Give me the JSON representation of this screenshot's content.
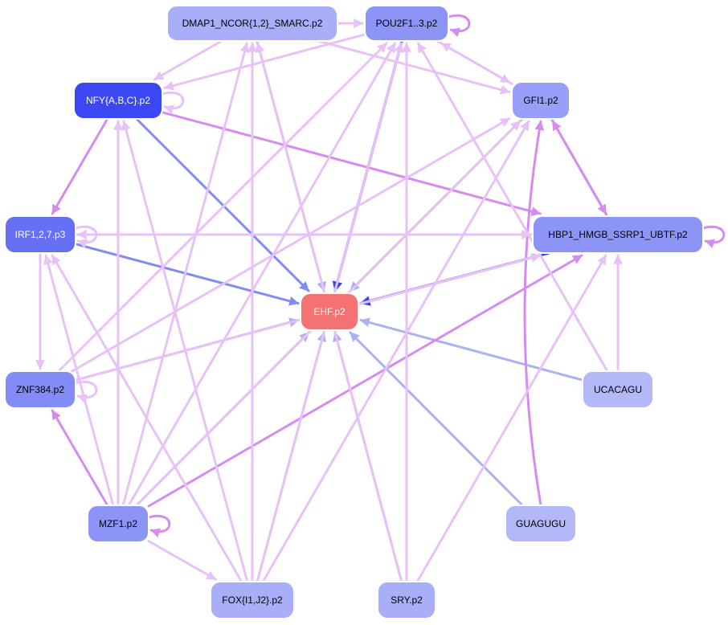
{
  "colors": {
    "blue_strong": "#3344ee",
    "blue_mid": "#7f8cf0",
    "blue_light": "#aab2f5",
    "violet": "#d58cf0",
    "violet_light": "#e8c2f7",
    "salmon": "#f3a0a0",
    "target": "#f47272"
  },
  "nodes": [
    {
      "id": "dmap1",
      "label": "DMAP1_NCOR{1,2}_SMARC.p2",
      "fill": "#a8aef8",
      "text": "#000000"
    },
    {
      "id": "pou2f1",
      "label": "POU2F1..3.p2",
      "fill": "#8c94f6",
      "text": "#000000"
    },
    {
      "id": "nfy",
      "label": "NFY{A,B,C}.p2",
      "fill": "#3a47f2",
      "text": "#ffffff"
    },
    {
      "id": "gfi1",
      "label": "GFI1.p2",
      "fill": "#979ff8",
      "text": "#000000"
    },
    {
      "id": "irf",
      "label": "IRF1,2,7.p3",
      "fill": "#6670f4",
      "text": "#ffffff"
    },
    {
      "id": "hbp1",
      "label": "HBP1_HMGB_SSRP1_UBTF.p2",
      "fill": "#8c94f6",
      "text": "#000000"
    },
    {
      "id": "ehf",
      "label": "EHF.p2",
      "fill": "#f47272",
      "text": "#ffffff"
    },
    {
      "id": "znf384",
      "label": "ZNF384.p2",
      "fill": "#838cf6",
      "text": "#000000"
    },
    {
      "id": "ucacagu",
      "label": "UCACAGU",
      "fill": "#b3b8f9",
      "text": "#000000"
    },
    {
      "id": "mzf1",
      "label": "MZF1.p2",
      "fill": "#8c94f6",
      "text": "#000000"
    },
    {
      "id": "guagugu",
      "label": "GUAGUGU",
      "fill": "#b3b8f9",
      "text": "#000000"
    },
    {
      "id": "fox",
      "label": "FOX{I1,J2}.p2",
      "fill": "#a8aef8",
      "text": "#000000"
    },
    {
      "id": "sry",
      "label": "SRY.p2",
      "fill": "#a8aef8",
      "text": "#000000"
    }
  ],
  "edges": [
    {
      "from": "nfy",
      "to": "ehf",
      "color": "blue_mid"
    },
    {
      "from": "irf",
      "to": "ehf",
      "color": "blue_mid"
    },
    {
      "from": "pou2f1",
      "to": "ehf",
      "color": "blue_strong"
    },
    {
      "from": "hbp1",
      "to": "ehf",
      "color": "blue_strong"
    },
    {
      "from": "gfi1",
      "to": "ehf",
      "color": "blue_light"
    },
    {
      "from": "dmap1",
      "to": "ehf",
      "color": "blue_light"
    },
    {
      "from": "znf384",
      "to": "ehf",
      "color": "blue_light"
    },
    {
      "from": "ucacagu",
      "to": "ehf",
      "color": "blue_light"
    },
    {
      "from": "mzf1",
      "to": "ehf",
      "color": "blue_light"
    },
    {
      "from": "guagugu",
      "to": "ehf",
      "color": "blue_light"
    },
    {
      "from": "fox",
      "to": "ehf",
      "color": "blue_light"
    },
    {
      "from": "sry",
      "to": "ehf",
      "color": "blue_light"
    },
    {
      "from": "ehf",
      "to": "dmap1",
      "color": "salmon"
    },
    {
      "from": "ehf",
      "to": "pou2f1",
      "color": "salmon"
    },
    {
      "from": "ehf",
      "to": "gfi1",
      "color": "salmon"
    },
    {
      "from": "ehf",
      "to": "hbp1",
      "color": "salmon"
    },
    {
      "from": "nfy",
      "to": "irf",
      "color": "violet"
    },
    {
      "from": "nfy",
      "to": "hbp1",
      "color": "violet"
    },
    {
      "from": "mzf1",
      "to": "znf384",
      "color": "violet"
    },
    {
      "from": "mzf1",
      "to": "hbp1",
      "color": "violet"
    },
    {
      "from": "gfi1",
      "to": "hbp1",
      "color": "violet"
    },
    {
      "from": "hbp1",
      "to": "gfi1",
      "color": "violet"
    },
    {
      "from": "guagugu",
      "to": "gfi1",
      "color": "violet",
      "curve": -40
    },
    {
      "from": "dmap1",
      "to": "pou2f1",
      "color": "violet_light"
    },
    {
      "from": "dmap1",
      "to": "nfy",
      "color": "violet_light"
    },
    {
      "from": "dmap1",
      "to": "gfi1",
      "color": "violet_light"
    },
    {
      "from": "pou2f1",
      "to": "nfy",
      "color": "violet_light"
    },
    {
      "from": "pou2f1",
      "to": "gfi1",
      "color": "violet_light"
    },
    {
      "from": "irf",
      "to": "hbp1",
      "color": "violet_light"
    },
    {
      "from": "hbp1",
      "to": "irf",
      "color": "violet_light"
    },
    {
      "from": "znf384",
      "to": "hbp1",
      "color": "violet_light"
    },
    {
      "from": "znf384",
      "to": "gfi1",
      "color": "violet_light"
    },
    {
      "from": "znf384",
      "to": "pou2f1",
      "color": "violet_light"
    },
    {
      "from": "mzf1",
      "to": "nfy",
      "color": "violet_light"
    },
    {
      "from": "mzf1",
      "to": "irf",
      "color": "violet_light"
    },
    {
      "from": "mzf1",
      "to": "dmap1",
      "color": "violet_light"
    },
    {
      "from": "mzf1",
      "to": "pou2f1",
      "color": "violet_light"
    },
    {
      "from": "mzf1",
      "to": "gfi1",
      "color": "violet_light"
    },
    {
      "from": "mzf1",
      "to": "fox",
      "color": "violet_light"
    },
    {
      "from": "fox",
      "to": "nfy",
      "color": "violet_light"
    },
    {
      "from": "fox",
      "to": "irf",
      "color": "violet_light"
    },
    {
      "from": "fox",
      "to": "dmap1",
      "color": "violet_light"
    },
    {
      "from": "fox",
      "to": "pou2f1",
      "color": "violet_light"
    },
    {
      "from": "fox",
      "to": "gfi1",
      "color": "violet_light"
    },
    {
      "from": "sry",
      "to": "dmap1",
      "color": "violet_light"
    },
    {
      "from": "sry",
      "to": "pou2f1",
      "color": "violet_light"
    },
    {
      "from": "sry",
      "to": "hbp1",
      "color": "violet_light"
    },
    {
      "from": "ucacagu",
      "to": "pou2f1",
      "color": "violet_light"
    },
    {
      "from": "ucacagu",
      "to": "hbp1",
      "color": "violet_light"
    },
    {
      "from": "gfi1",
      "to": "pou2f1",
      "color": "violet_light"
    },
    {
      "from": "irf",
      "to": "znf384",
      "color": "violet_light"
    }
  ],
  "self_loops": [
    {
      "node": "pou2f1",
      "color": "violet"
    },
    {
      "node": "nfy",
      "color": "violet_light"
    },
    {
      "node": "irf",
      "color": "violet_light"
    },
    {
      "node": "hbp1",
      "color": "violet"
    },
    {
      "node": "znf384",
      "color": "violet_light"
    },
    {
      "node": "mzf1",
      "color": "violet"
    }
  ]
}
